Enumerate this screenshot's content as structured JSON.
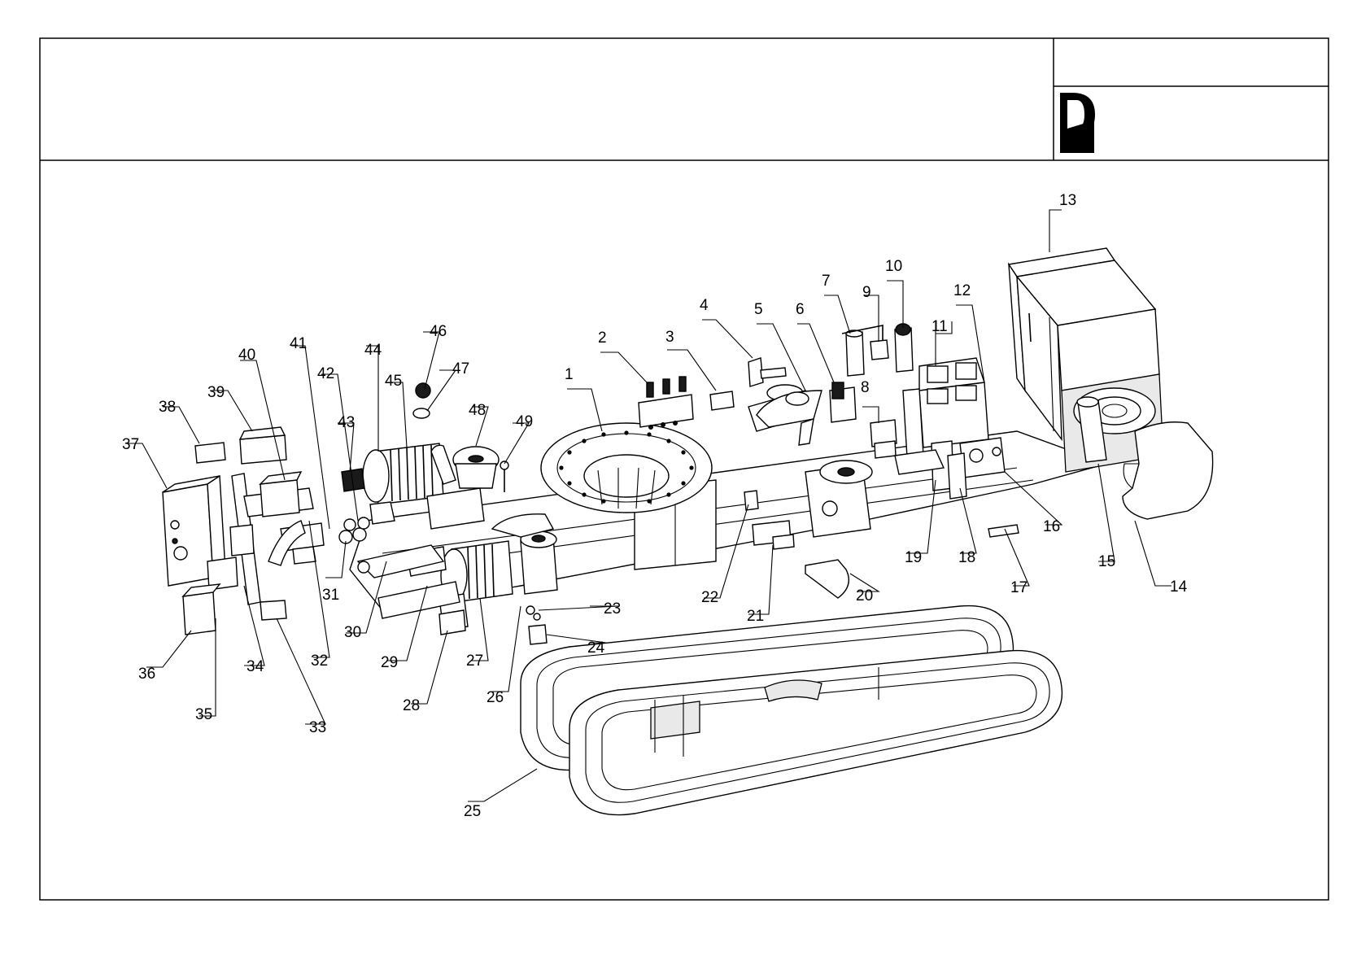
{
  "logo": {
    "name": "manufacturer-logo",
    "lettering": "P"
  },
  "callouts": [
    "1",
    "2",
    "3",
    "4",
    "5",
    "6",
    "7",
    "8",
    "9",
    "10",
    "11",
    "12",
    "13",
    "14",
    "15",
    "16",
    "17",
    "18",
    "19",
    "20",
    "21",
    "22",
    "23",
    "24",
    "25",
    "26",
    "27",
    "28",
    "29",
    "30",
    "31",
    "32",
    "33",
    "34",
    "35",
    "36",
    "37",
    "38",
    "39",
    "40",
    "41",
    "42",
    "43",
    "44",
    "45",
    "46",
    "47",
    "48",
    "49"
  ]
}
